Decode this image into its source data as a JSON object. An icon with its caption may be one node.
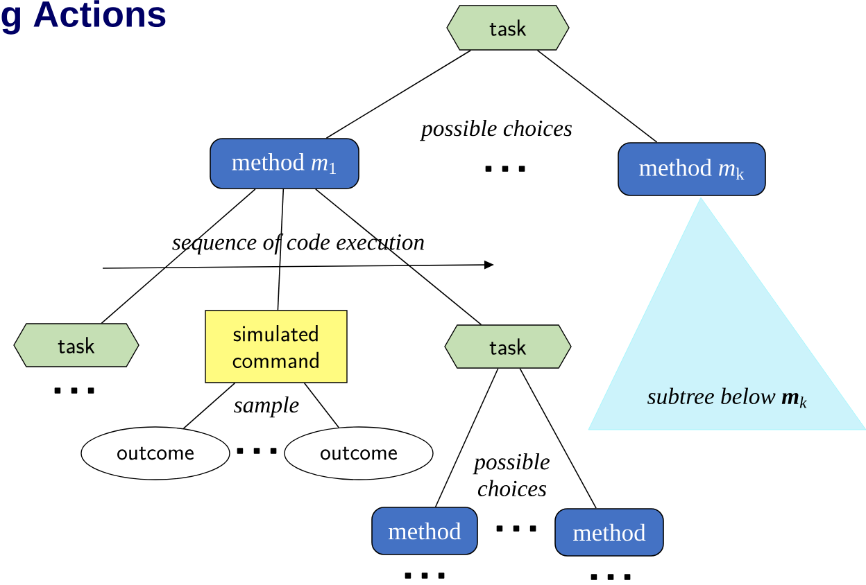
{
  "diagram": {
    "title": "g Actions",
    "nodes": [
      {
        "text": [
          "task"
        ]
      },
      {
        "text": [
          "method *m*$_{1}$"
        ]
      },
      {
        "text": [
          "method *m*$_{k}$"
        ]
      },
      {
        "text": [
          "task"
        ]
      },
      {
        "text": [
          "simulated command"
        ]
      },
      {
        "text": [
          "task"
        ]
      },
      {
        "text": [
          "outcome"
        ]
      },
      {
        "text": [
          "outcome"
        ]
      },
      {
        "text": [
          "method"
        ]
      },
      {
        "text": [
          "method"
        ]
      },
      {
        "text": [
          "subtree below **m**$_{k}$"
        ]
      }
    ],
    "edges": [
      {
        "from": 0,
        "to": 1,
        "arrow": "none"
      },
      {
        "from": 0,
        "to": 2,
        "arrow": "none"
      },
      {
        "from": 1,
        "to": 3,
        "arrow": "none"
      },
      {
        "from": 1,
        "to": 4,
        "arrow": "none"
      },
      {
        "from": 1,
        "to": 5,
        "arrow": "none"
      },
      {
        "from": 4,
        "to": 6,
        "arrow": "none"
      },
      {
        "from": 4,
        "to": 7,
        "arrow": "none"
      },
      {
        "from": 5,
        "to": 8,
        "arrow": "none"
      },
      {
        "from": 5,
        "to": 9,
        "arrow": "none"
      }
    ],
    "labels": [
      "possible choices",
      "•••",
      "sequence of code execution",
      "•••",
      "sample",
      "•••",
      "possible choices",
      "•••",
      "•••",
      "•••"
    ]
  }
}
